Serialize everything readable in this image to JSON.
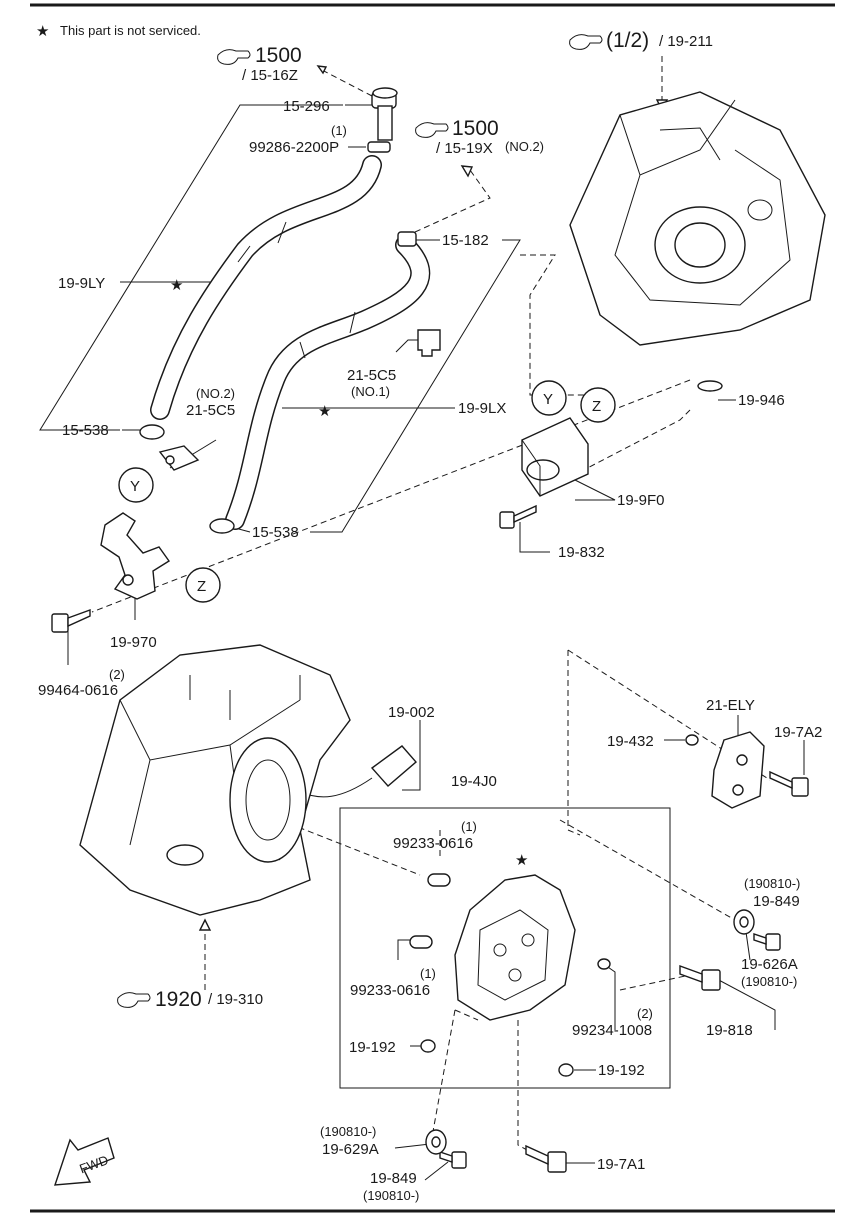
{
  "legend": {
    "star": "★",
    "text": "This part is not serviced."
  },
  "refs": [
    {
      "id": "ref-1500-a",
      "main": "1500",
      "sub": "/ 15-16Z",
      "suffix": ""
    },
    {
      "id": "ref-1500-b",
      "main": "1500",
      "sub": "/ 15-19X",
      "suffix": "(NO.2)"
    },
    {
      "id": "ref-half",
      "main": "(1/2)",
      "sub": "/ 19-211",
      "suffix": ""
    },
    {
      "id": "ref-1920",
      "main": "1920",
      "sub": "/ 19-310",
      "suffix": ""
    }
  ],
  "callouts": {
    "c15_296": "15-296",
    "c99286_qty": "(1)",
    "c99286": "99286-2200P",
    "c19_9ly": "19-9LY",
    "c15_182": "15-182",
    "c21_5c5_no1": "21-5C5",
    "c21_5c5_no1_note": "(NO.1)",
    "c21_5c5_no2_note": "(NO.2)",
    "c21_5c5_no2": "21-5C5",
    "c19_9lx": "19-9LX",
    "c15_538_a": "15-538",
    "c15_538_b": "15-538",
    "c19_946": "19-946",
    "c19_9f0": "19-9F0",
    "c19_832": "19-832",
    "c19_970": "19-970",
    "c99464": "99464-0616",
    "c99464_qty": "(2)",
    "c19_002": "19-002",
    "c21_ely": "21-ELY",
    "c19_432": "19-432",
    "c19_7a2": "19-7A2",
    "c19_4j0": "19-4J0",
    "c99233_a_qty": "(1)",
    "c99233_a": "99233-0616",
    "c99233_b_qty": "(1)",
    "c99233_b": "99233-0616",
    "c190810_a": "(190810-)",
    "c19_849_a": "19-849",
    "c19_626a": "19-626A",
    "c190810_b": "(190810-)",
    "c19_818": "19-818",
    "c99234_qty": "(2)",
    "c99234": "99234-1008",
    "c19_192_a": "19-192",
    "c19_192_b": "19-192",
    "c190810_c": "(190810-)",
    "c19_629a": "19-629A",
    "c19_849_b": "19-849",
    "c190810_d": "(190810-)",
    "c19_7a1": "19-7A1"
  },
  "markers": {
    "y1": "Y",
    "z1": "Z",
    "y2": "Y",
    "z2": "Z"
  },
  "fwd": "FWD",
  "icons": {
    "ref": "pointing-hand-icon",
    "star": "star-icon",
    "fwd": "forward-arrow-icon"
  }
}
